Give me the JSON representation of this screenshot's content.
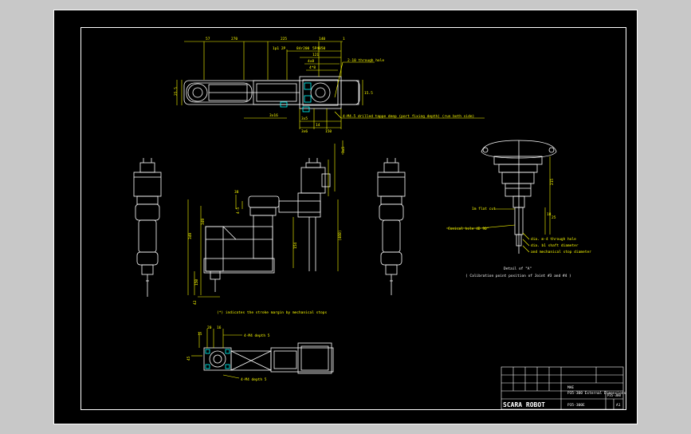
{
  "colors": {
    "window_bg": "#c8c8c8",
    "canvas_bg": "#000000",
    "line": "#ffffff",
    "dim": "#ffff00",
    "highlight": "#00ffff"
  },
  "top_view": {
    "dims_top": [
      "57",
      "270",
      "225",
      "140",
      "1"
    ],
    "dims_sub": [
      "1p1 2P",
      "84r200",
      "5P4050",
      "121",
      "4x8",
      "4*8"
    ],
    "dim_left": "25.5",
    "dim_right": "15.5",
    "dims_bottom": [
      "3x16",
      "3x5",
      "14",
      "3x6",
      "150"
    ],
    "hole_note": "2-10 through hole",
    "bottom_note": "4-M4.5 drilled tappe deep (port fixing depth) (run both side)"
  },
  "front_view": {
    "dims_left_vertical": [
      "349",
      "349",
      "150",
      "42"
    ],
    "dims_right_vertical": [
      "154",
      "(460)"
    ],
    "dims_small": [
      "38",
      "4-5",
      "3x5"
    ],
    "stroke_note": "(*) indicates the stroke margin by mechanical stops"
  },
  "base_view": {
    "dims": [
      "15",
      "20",
      "16",
      "4-M4 depth 5",
      "4-M4 depth 5",
      "45"
    ]
  },
  "detail": {
    "dim_right": "215",
    "dims_small": [
      "18",
      "25"
    ],
    "flat_label": "1m flat cut",
    "conical_label": "Conical hole 4D 90°",
    "shaft_notes": [
      "dia. m-4 through hole",
      "dia. b1 shaft diameter",
      "and mechanical stop diameter"
    ],
    "caption_title": "Detail of \"A\"",
    "caption_sub": "( Calibration point position of Joint #3 and #4 )"
  },
  "title_block": {
    "logo": "SCARA ROBOT",
    "name_line1": "MAE",
    "name_line2": "P35-300 External Dimensions",
    "code": "P35-300",
    "drawing_no": "P35-300E",
    "sheet": "A1"
  }
}
